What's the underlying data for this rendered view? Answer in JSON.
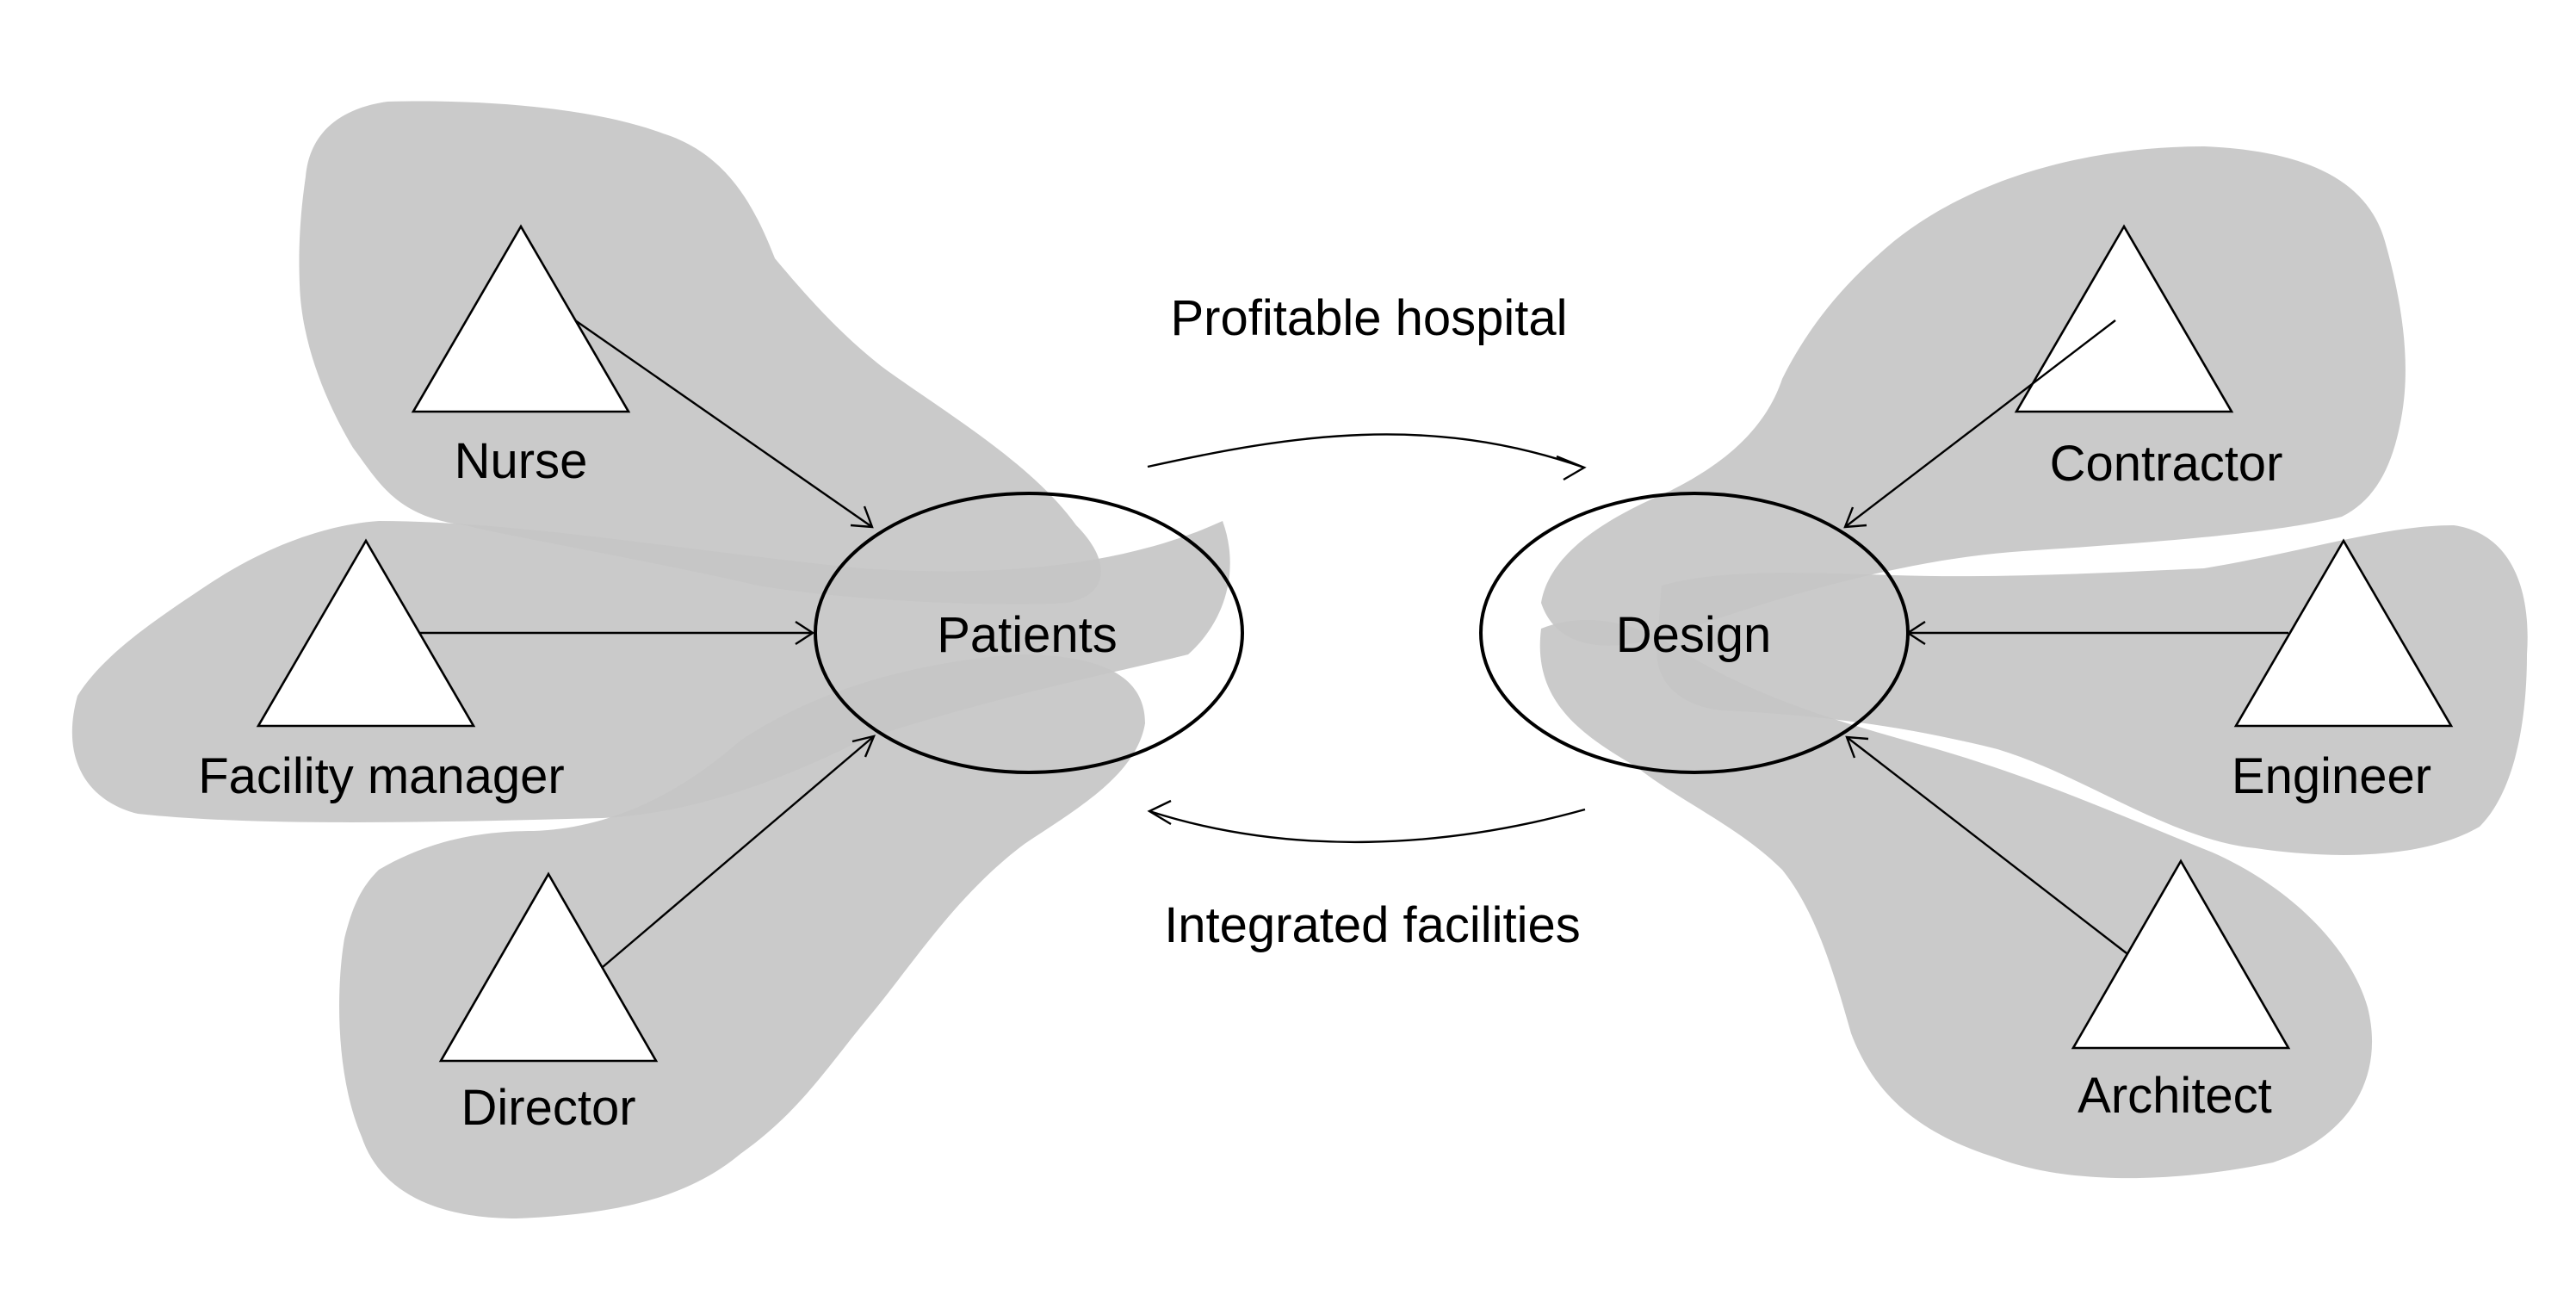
{
  "diagram": {
    "hubs": {
      "left": "Patients",
      "right": "Design"
    },
    "left_stakeholders": {
      "nurse": "Nurse",
      "facility_manager": "Facility manager",
      "director": "Director"
    },
    "right_stakeholders": {
      "contractor": "Contractor",
      "engineer": "Engineer",
      "architect": "Architect"
    },
    "flows": {
      "top": "Profitable hospital",
      "bottom": "Integrated facilities"
    },
    "colors": {
      "blob_fill": "#c6c6c6",
      "stroke": "#000000",
      "background": "#ffffff"
    }
  }
}
